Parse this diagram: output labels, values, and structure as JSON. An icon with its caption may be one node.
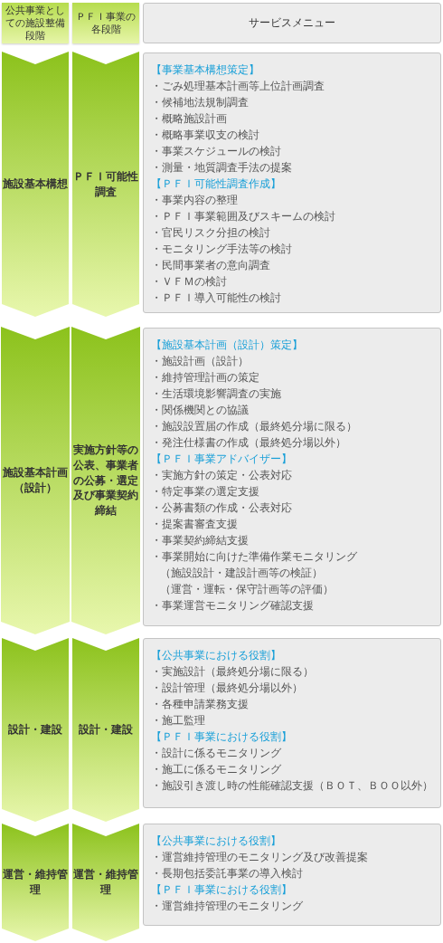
{
  "diagram": {
    "nodes": [
      {
        "text": [
          "公共事業としての施設整備段階"
        ]
      },
      {
        "text": [
          "ＰＦＩ事業の各段階"
        ]
      },
      {
        "text": [
          "サービスメニュー"
        ]
      },
      {
        "text": [
          "施設基本構想"
        ]
      },
      {
        "text": [
          "ＰＦＩ可能性調査"
        ]
      },
      {
        "text": [
          "【事業基本構想策定】",
          "・ごみ処理基本計画等上位計画調査",
          "・候補地法規制調査",
          "・概略施設計画",
          "・概略事業収支の検討",
          "・事業スケジュールの検討",
          "・測量・地質調査手法の提案",
          "【ＰＦＩ可能性調査作成】",
          "・事業内容の整理",
          "・ＰＦＩ事業範囲及びスキームの検討",
          "・官民リスク分担の検討",
          "・モニタリング手法等の検討",
          "・民間事業者の意向調査",
          "・ＶＦＭの検討",
          "・ＰＦＩ導入可能性の検討"
        ]
      },
      {
        "text": [
          "施設基本計画（設計）"
        ]
      },
      {
        "text": [
          "実施方針等の公表、事業者の公募・選定及び事業契約締結"
        ]
      },
      {
        "text": [
          "【施設基本計画（設計）策定】",
          "・施設計画（設計）",
          "・維持管理計画の策定",
          "・生活環境影響調査の実施",
          "・関係機関との協議",
          "・施設設置届の作成（最終処分場に限る）",
          "・発注仕様書の作成（最終処分場以外）",
          "【ＰＦＩ事業アドバイザー】",
          "・実施方針の策定・公表対応",
          "・特定事業の選定支援",
          "・公募書類の作成・公表対応",
          "・提案書審査支援",
          "・事業契約締結支援",
          "・事業開始に向けた準備作業モニタリング",
          "（施設設計・建設計画等の検証）",
          "（運営・運転・保守計画等の評価）",
          "・事業運営モニタリング確認支援"
        ]
      },
      {
        "text": [
          "設計・建設"
        ]
      },
      {
        "text": [
          "設計・建設"
        ]
      },
      {
        "text": [
          "【公共事業における役割】",
          "・実施設計（最終処分場に限る）",
          "・設計管理（最終処分場以外）",
          "・各種申請業務支援",
          "・施工監理",
          "【ＰＦＩ事業における役割】",
          "・設計に係るモニタリング",
          "・施工に係るモニタリング",
          "・施設引き渡し時の性能確認支援（ＢＯＴ、ＢＯＯ以外）"
        ]
      },
      {
        "text": [
          "運営・維持管理"
        ]
      },
      {
        "text": [
          "運営・維持管理"
        ]
      },
      {
        "text": [
          "【公共事業における役割】",
          "・運営維持管理のモニタリング及び改善提案",
          "・長期包括委託事業の導入検討",
          "【ＰＦＩ事業における役割】",
          "・運営維持管理のモニタリング"
        ]
      }
    ]
  }
}
